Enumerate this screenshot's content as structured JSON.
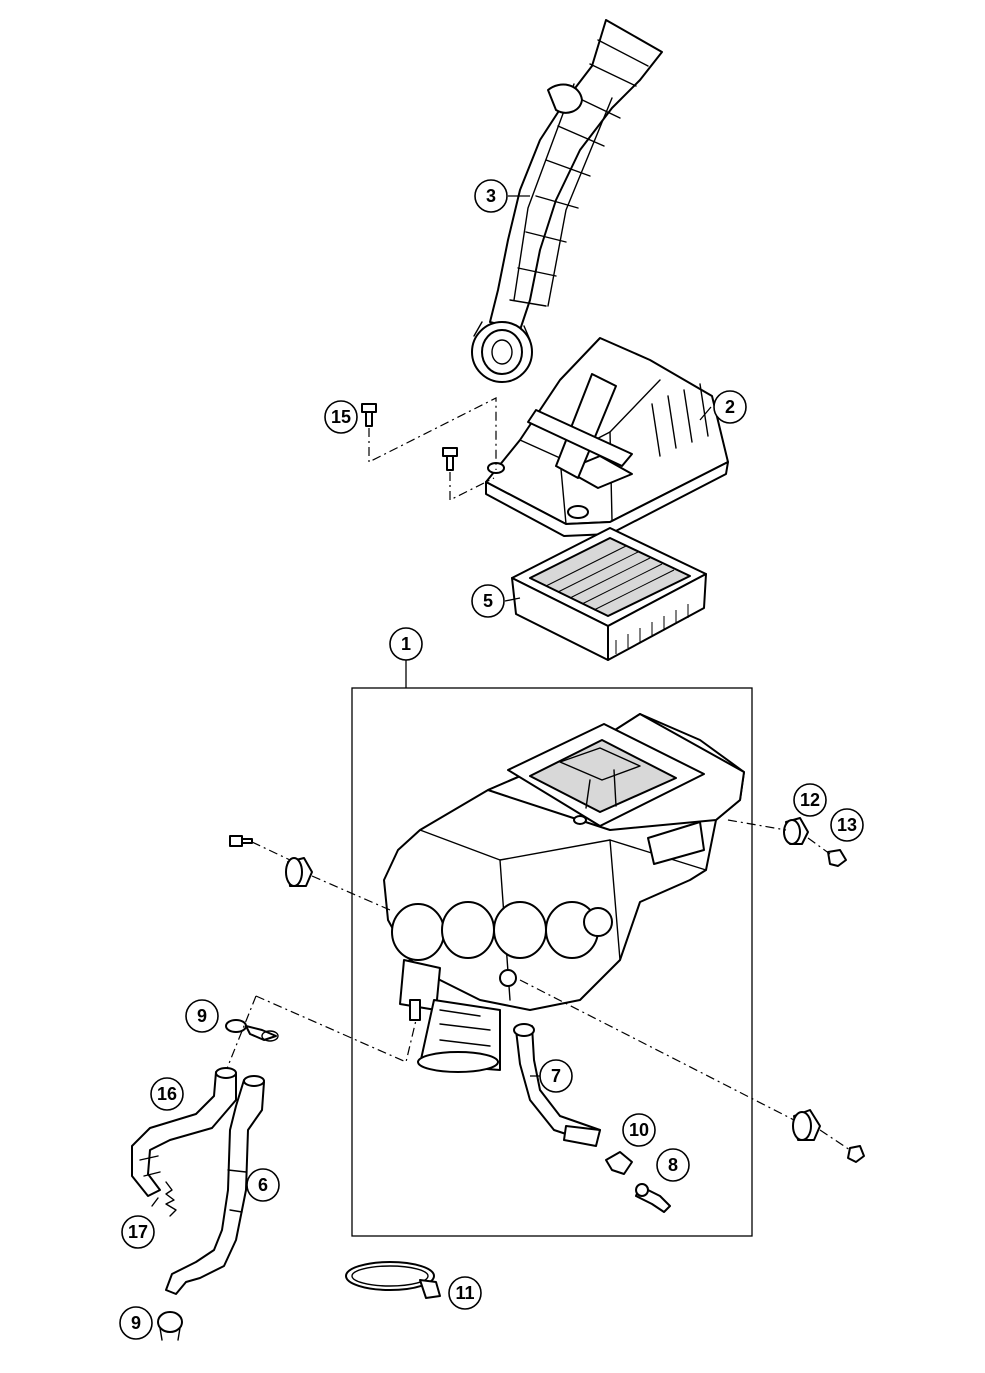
{
  "diagram": {
    "callouts": [
      {
        "id": "c1",
        "label": "1"
      },
      {
        "id": "c2",
        "label": "2"
      },
      {
        "id": "c3",
        "label": "3"
      },
      {
        "id": "c5",
        "label": "5"
      },
      {
        "id": "c6",
        "label": "6"
      },
      {
        "id": "c7",
        "label": "7"
      },
      {
        "id": "c8",
        "label": "8"
      },
      {
        "id": "c9a",
        "label": "9"
      },
      {
        "id": "c9b",
        "label": "9"
      },
      {
        "id": "c10",
        "label": "10"
      },
      {
        "id": "c11",
        "label": "11"
      },
      {
        "id": "c12",
        "label": "12"
      },
      {
        "id": "c13",
        "label": "13"
      },
      {
        "id": "c15",
        "label": "15"
      },
      {
        "id": "c16",
        "label": "16"
      },
      {
        "id": "c17",
        "label": "17"
      }
    ],
    "parts": [
      {
        "number": "1",
        "name": "airbox-housing"
      },
      {
        "number": "2",
        "name": "airbox-cover"
      },
      {
        "number": "3",
        "name": "intake-snorkel"
      },
      {
        "number": "5",
        "name": "air-filter"
      },
      {
        "number": "6",
        "name": "hose"
      },
      {
        "number": "7",
        "name": "drain-hose"
      },
      {
        "number": "8",
        "name": "plug"
      },
      {
        "number": "9",
        "name": "hose-clamp"
      },
      {
        "number": "10",
        "name": "clip"
      },
      {
        "number": "11",
        "name": "band-clamp"
      },
      {
        "number": "12",
        "name": "rubber-grommet"
      },
      {
        "number": "13",
        "name": "screw"
      },
      {
        "number": "15",
        "name": "screw"
      },
      {
        "number": "16",
        "name": "hose"
      },
      {
        "number": "17",
        "name": "spring-clamp"
      }
    ]
  }
}
